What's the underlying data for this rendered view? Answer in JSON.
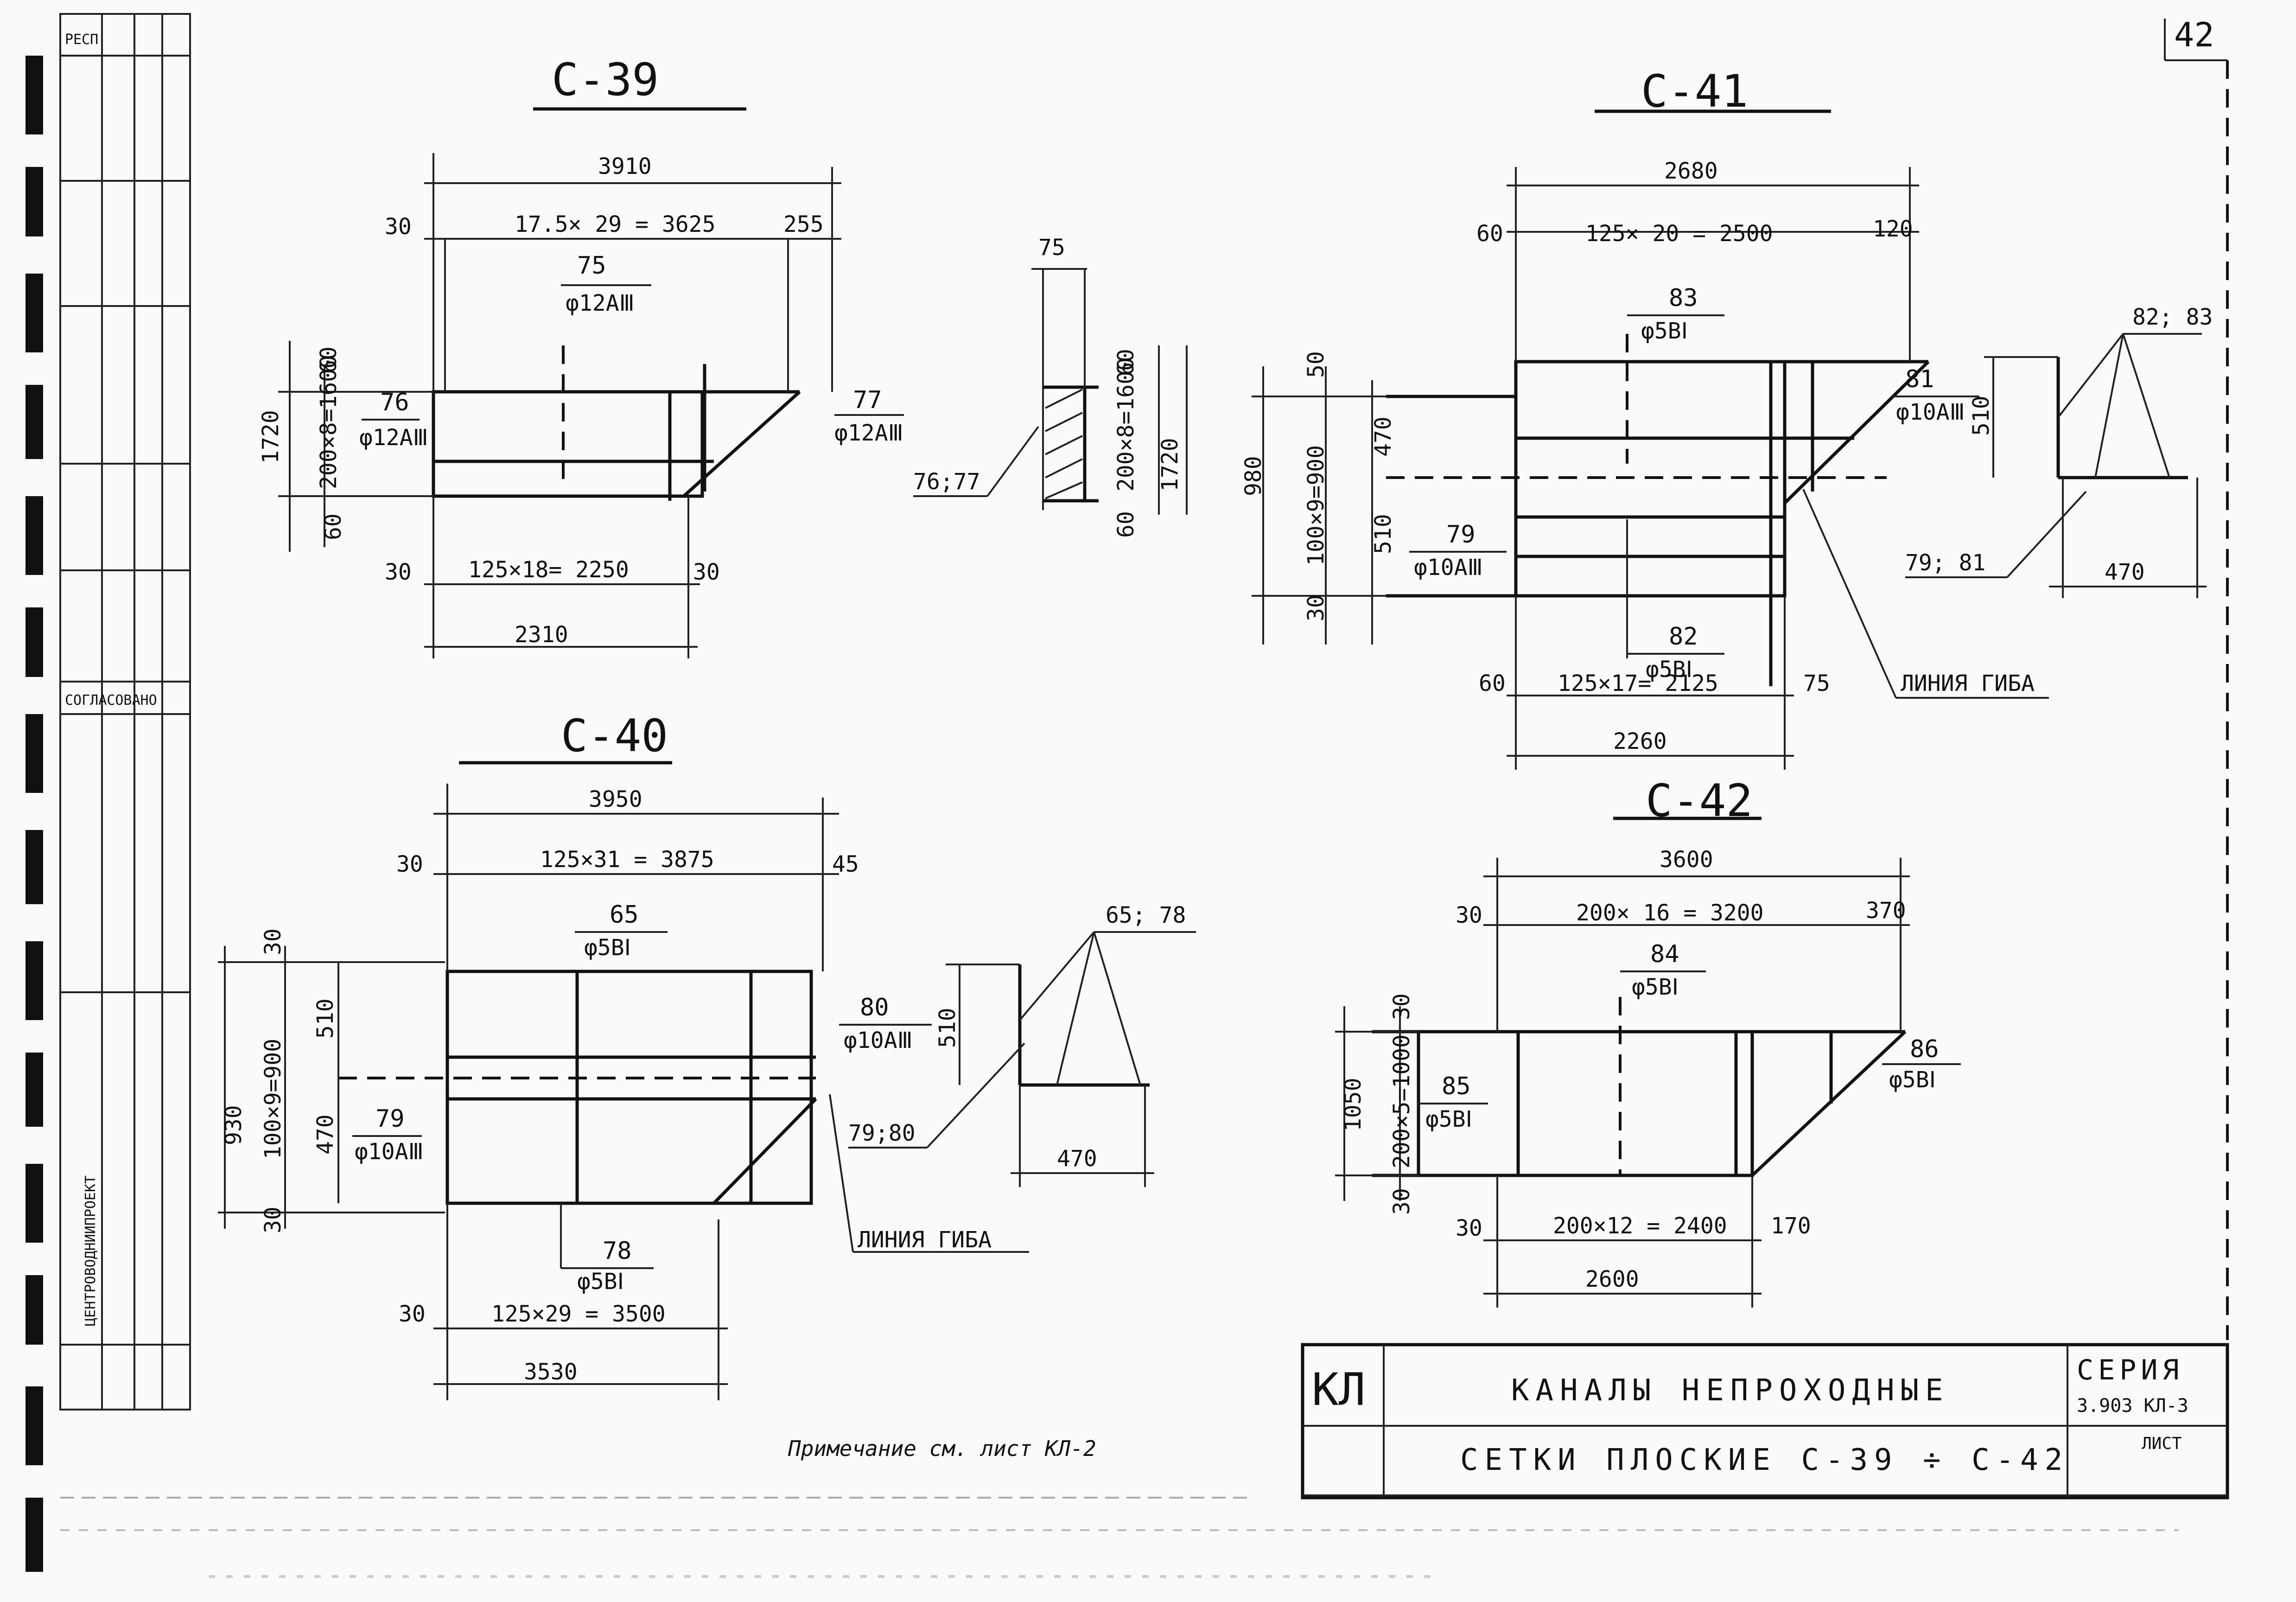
{
  "sheet_number": "42",
  "side_stamp": {
    "header": "РЕСП",
    "agreed": "СОГЛАСОВАНО",
    "institute": "ЦЕНТРОВОДНИИПРОЕКТ"
  },
  "views": {
    "c39": {
      "title": "С-39",
      "top_overall": "3910",
      "top_left": "30",
      "top_mid": "17.5× 29 = 3625",
      "top_right": "255",
      "left_overall": "1720",
      "left_top": "60",
      "left_mid": "200×8=1600",
      "left_bot": "60",
      "bot_left": "30",
      "bot_mid": "125×18= 2250",
      "bot_right": "30",
      "bot_overall": "2310",
      "mark_a": "75",
      "mark_a_spec": "φ12АⅢ",
      "mark_b": "76",
      "mark_b_spec": "φ12АⅢ",
      "mark_c": "77",
      "mark_c_spec": "φ12АⅢ"
    },
    "c39_section": {
      "top": "75",
      "right_top": "60",
      "right_mid": "200×8=1600",
      "right_bot": "60",
      "overall": "1720",
      "callout": "76;77"
    },
    "c40": {
      "title": "С-40",
      "top_overall": "3950",
      "top_left": "30",
      "top_mid": "125×31 = 3875",
      "top_right": "45",
      "left_overall": "930",
      "left_top": "30",
      "left_mid": "100×9=900",
      "left_bot": "30",
      "inner_a": "510",
      "inner_b": "470",
      "bot_left": "30",
      "bot_mid": "125×29 = 3500",
      "bot_overall": "3530",
      "mark_a": "65",
      "mark_a_spec": "φ5ВⅠ",
      "mark_b": "79",
      "mark_b_spec": "φ10АⅢ",
      "mark_c": "80",
      "mark_c_spec": "φ10АⅢ",
      "mark_d": "78",
      "mark_d_spec": "φ5ВⅠ",
      "bend_line": "ЛИНИЯ ГИБА"
    },
    "c40_section": {
      "callout_top": "65; 78",
      "height": "510",
      "width": "470",
      "callout": "79;80"
    },
    "c41": {
      "title": "С-41",
      "top_overall": "2680",
      "top_left": "60",
      "top_mid": "125× 20 = 2500",
      "top_right": "120",
      "left_overall": "980",
      "left_top": "50",
      "left_mid": "100×9=900",
      "left_bot": "30",
      "inner_a": "470",
      "inner_b": "510",
      "bot_left": "60",
      "bot_mid": "125×17= 2125",
      "bot_right": "75",
      "bot_overall": "2260",
      "mark_a": "83",
      "mark_a_spec": "φ5ВⅠ",
      "mark_b": "81",
      "mark_b_spec": "φ10АⅢ",
      "mark_c": "79",
      "mark_c_spec": "φ10АⅢ",
      "mark_d": "82",
      "mark_d_spec": "φ5ВⅠ",
      "bend_line": "ЛИНИЯ ГИБА"
    },
    "c41_section": {
      "callout_top": "82; 83",
      "height": "510",
      "width": "470",
      "callout": "79; 81"
    },
    "c42": {
      "title": "С-42",
      "top_overall": "3600",
      "top_left": "30",
      "top_mid": "200× 16 = 3200",
      "top_right": "370",
      "left_overall": "1050",
      "left_top": "30",
      "left_mid": "200×5=1000",
      "left_bot": "30",
      "bot_left": "30",
      "bot_mid": "200×12 = 2400",
      "bot_right": "170",
      "bot_overall": "2600",
      "mark_a": "84",
      "mark_a_spec": "φ5ВⅠ",
      "mark_b": "85",
      "mark_b_spec": "φ5ВⅠ",
      "mark_c": "86",
      "mark_c_spec": "φ5ВⅠ"
    }
  },
  "title_block": {
    "code": "КЛ",
    "line1": "КАНАЛЫ  НЕПРОХОДНЫЕ",
    "line2": "СЕТКИ  ПЛОСКИЕ  С-39 ÷ С-42",
    "series_label": "СЕРИЯ",
    "series_value": "3.903 КЛ-3",
    "sheet_label": "ЛИСТ"
  },
  "footnote": "Примечание см. лист КЛ-2"
}
